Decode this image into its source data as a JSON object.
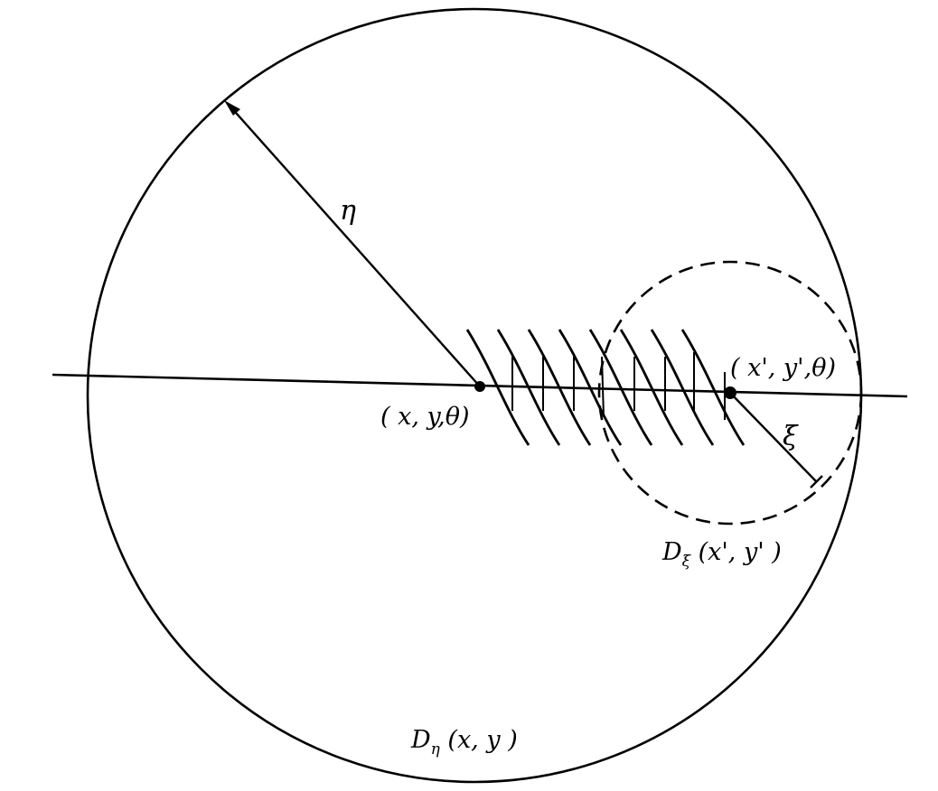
{
  "labels": {
    "eta": "η",
    "xi": "ξ",
    "point_origin": "( x, y,θ)",
    "point_prime": "( x', y',θ)",
    "disk_eta_letter": "D",
    "disk_eta_sub": "η",
    "disk_eta_args": " (x, y )",
    "disk_xi_letter": "D",
    "disk_xi_sub": "ξ",
    "disk_xi_args": " (x', y' )"
  },
  "colors": {
    "ink": "#000000",
    "paper": "#ffffff"
  }
}
